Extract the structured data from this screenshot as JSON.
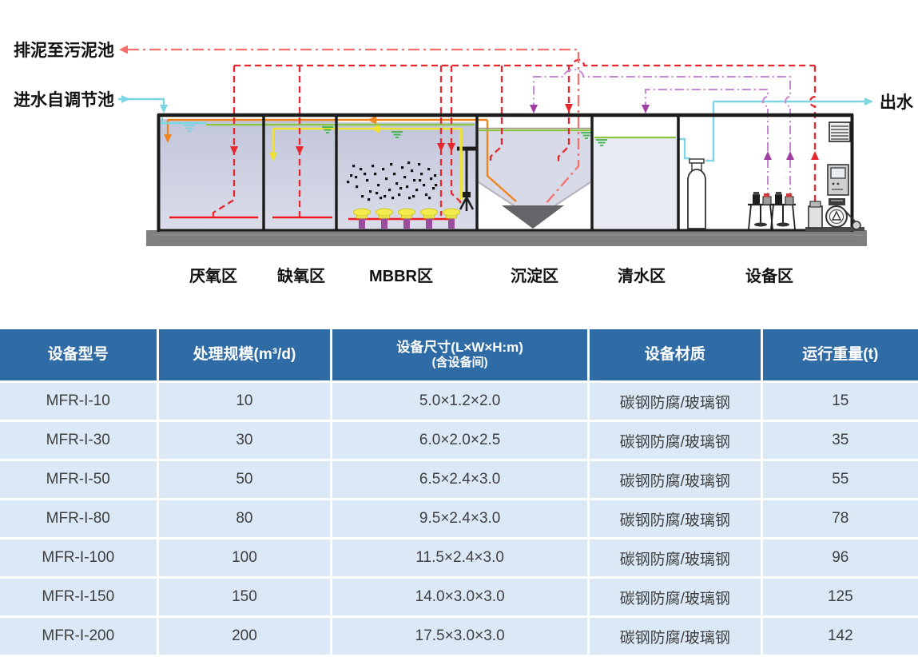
{
  "diagram": {
    "labels": {
      "sludge_out": "排泥至污泥池",
      "inlet": "进水自调节池",
      "outlet": "出水"
    },
    "zones": [
      {
        "label": "厌氧区"
      },
      {
        "label": "缺氧区"
      },
      {
        "label": "MBBR区"
      },
      {
        "label": "沉淀区"
      },
      {
        "label": "清水区"
      },
      {
        "label": "设备区"
      }
    ]
  },
  "colors": {
    "header_bg": "#2f6ba5",
    "row_bg": "#dbe8f5",
    "text_dark": "#3f3f3f",
    "red": "#e8262d",
    "red_solid": "#ed1c24",
    "sludge_red": "#f4716e",
    "orange": "#ee8722",
    "yellow": "#efe32f",
    "green": "#8cc63f",
    "cyan": "#7dd4e3",
    "purple": "#c887d6",
    "purple_dark": "#a13ea1",
    "tank_fill": "#c9cdde",
    "base_gray": "#7d7f81"
  },
  "table": {
    "header": {
      "model": "设备型号",
      "scale": "处理规模(m³/d)",
      "size_line1": "设备尺寸(L×W×H:m)",
      "size_line2": "(含设备间)",
      "material": "设备材质",
      "weight": "运行重量(t)"
    },
    "rows": [
      {
        "model": "MFR-I-10",
        "scale": "10",
        "size": "5.0×1.2×2.0",
        "material": "碳钢防腐/玻璃钢",
        "weight": "15"
      },
      {
        "model": "MFR-I-30",
        "scale": "30",
        "size": "6.0×2.0×2.5",
        "material": "碳钢防腐/玻璃钢",
        "weight": "35"
      },
      {
        "model": "MFR-I-50",
        "scale": "50",
        "size": "6.5×2.4×3.0",
        "material": "碳钢防腐/玻璃钢",
        "weight": "55"
      },
      {
        "model": "MFR-I-80",
        "scale": "80",
        "size": "9.5×2.4×3.0",
        "material": "碳钢防腐/玻璃钢",
        "weight": "78"
      },
      {
        "model": "MFR-I-100",
        "scale": "100",
        "size": "11.5×2.4×3.0",
        "material": "碳钢防腐/玻璃钢",
        "weight": "96"
      },
      {
        "model": "MFR-I-150",
        "scale": "150",
        "size": "14.0×3.0×3.0",
        "material": "碳钢防腐/玻璃钢",
        "weight": "125"
      },
      {
        "model": "MFR-I-200",
        "scale": "200",
        "size": "17.5×3.0×3.0",
        "material": "碳钢防腐/玻璃钢",
        "weight": "142"
      }
    ]
  }
}
